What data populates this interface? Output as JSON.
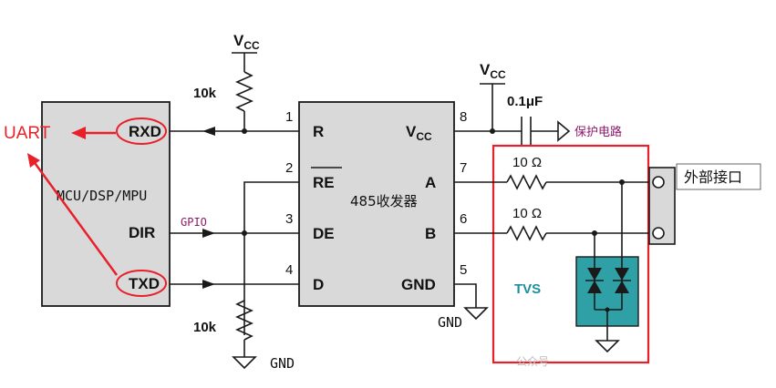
{
  "mcu": {
    "title": "MCU/DSP/MPU",
    "pins": {
      "rxd": "RXD",
      "dir": "DIR",
      "txd": "TXD"
    }
  },
  "uart_label": "UART",
  "gpio_label": "GPIO",
  "transceiver": {
    "title": "485收发器",
    "pins": {
      "r": "R",
      "re": "RE",
      "de": "DE",
      "d": "D",
      "vcc": "V",
      "a": "A",
      "b": "B",
      "gnd": "GND"
    },
    "pin_numbers": {
      "p1": "1",
      "p2": "2",
      "p3": "3",
      "p4": "4",
      "p5": "5",
      "p6": "6",
      "p7": "7",
      "p8": "8"
    }
  },
  "power": {
    "vcc_main": "V",
    "vcc_sub": "CC",
    "vcc_cap": "V",
    "vcc_cap_sub": "CC",
    "vcc_pin_sub": "CC"
  },
  "resistors": {
    "pullup": "10k",
    "pulldown": "10k",
    "ra": "10 Ω",
    "rb": "10 Ω"
  },
  "capacitor": {
    "value": "0.1μF"
  },
  "protection_label": "保护电路",
  "external_label": "外部接口",
  "tvs_label": "TVS",
  "gnd_labels": {
    "g1": "GND",
    "g2": "GND"
  },
  "watermark": "公众号",
  "colors": {
    "accent": "#e8202a",
    "tvs_fill": "#2fa1a6",
    "tvs_text": "#1b8ea0",
    "body": "#d9d9d9",
    "label_purple": "#8c1a6a"
  }
}
